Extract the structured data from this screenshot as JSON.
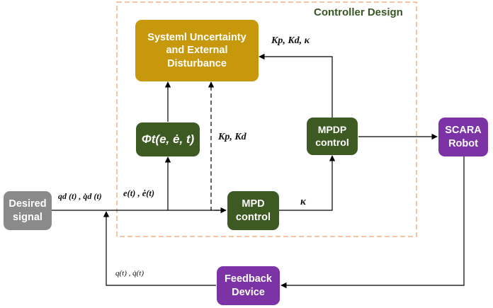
{
  "frame": {
    "title": "Controller Design",
    "title_color": "#375623",
    "border_color": "#f4b183"
  },
  "blocks": {
    "uncertainty": "Systeml Uncertainty\nand External\nDisturbance",
    "phi": "Φt(e, ė, t)",
    "mpdp": "MPDP\ncontrol",
    "scara": "SCARA\nRobot",
    "desired": "Desired\nsignal",
    "mpd": "MPD\ncontrol",
    "feedback": "Feedback\nDevice"
  },
  "labels": {
    "kp_kd_kappa": "Kp, Kd, κ",
    "kp_kd": "Kp, Kd",
    "kappa": "κ",
    "qd": "qd (t) , q̇d (t)",
    "e": "e(t) , ė(t)",
    "q": "q(t) , q̇(t)"
  },
  "colors": {
    "gold": "#c7980b",
    "green": "#3c5a22",
    "purple": "#7b33a5",
    "grey": "#8a8a8a",
    "arrow": "#000000"
  }
}
